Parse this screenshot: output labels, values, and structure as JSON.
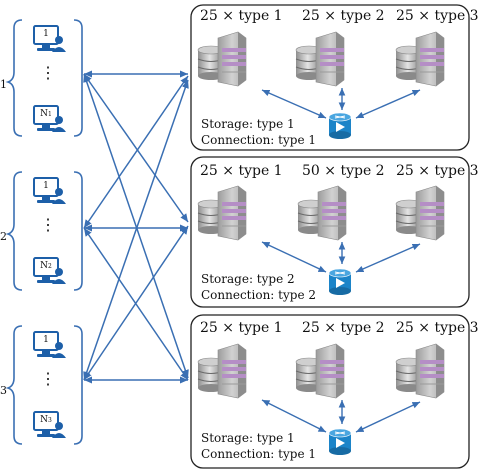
{
  "side_labels": [
    "1",
    "2",
    "3"
  ],
  "user_groups": [
    {
      "top_number": "1",
      "bottom_label": "N",
      "bottom_sub": "1",
      "dots": "⋮"
    },
    {
      "top_number": "1",
      "bottom_label": "N",
      "bottom_sub": "2",
      "dots": "⋮"
    },
    {
      "top_number": "1",
      "bottom_label": "N",
      "bottom_sub": "3",
      "dots": "⋮"
    }
  ],
  "clusters": [
    {
      "servers": [
        "25 × type 1",
        "25 × type 2",
        "25 × type 3"
      ],
      "storage": "Storage: type 1",
      "connection": "Connection: type 1"
    },
    {
      "servers": [
        "25 × type 1",
        "50 × type 2",
        "25 × type 3"
      ],
      "storage": "Storage: type 2",
      "connection": "Connection: type 2"
    },
    {
      "servers": [
        "25 × type 1",
        "25 × type 2",
        "25 × type 3"
      ],
      "storage": "Storage: type 1",
      "connection": "Connection: type 1"
    }
  ],
  "colors": {
    "line": "#3a6fb3",
    "monitor": "#1d5fa8",
    "server_gray": "#b9b9b9",
    "server_stripe": "#b58ec6",
    "router": "#1c84c8"
  }
}
